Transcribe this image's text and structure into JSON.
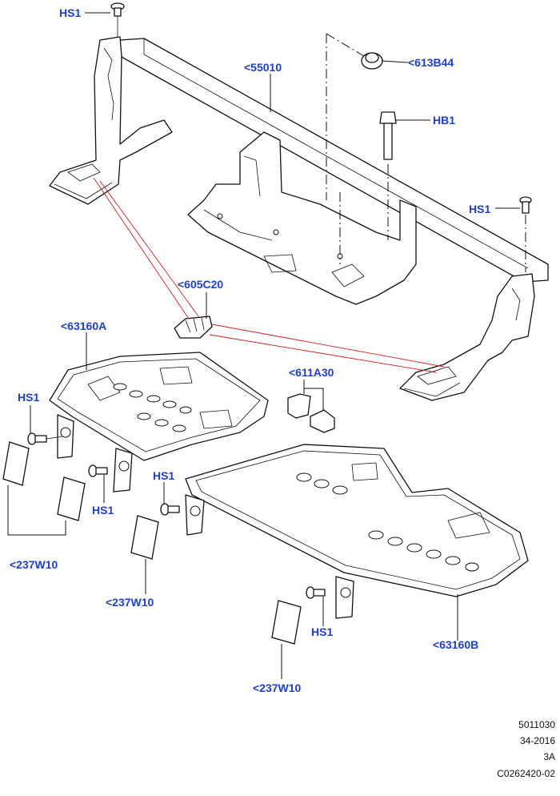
{
  "callouts": {
    "hs1_top": "HS1",
    "c55010": "<55010",
    "c613b44": "<613B44",
    "hb1": "HB1",
    "hs1_right": "HS1",
    "c605c20": "<605C20",
    "c63160a": "<63160A",
    "c611a30": "<611A30",
    "hs1_left": "HS1",
    "hs1_mid_left": "HS1",
    "hs1_mid": "HS1",
    "c237w10_left": "<237W10",
    "c237w10_mid": "<237W10",
    "hs1_bottom": "HS1",
    "c63160b": "<63160B",
    "c237w10_bottom": "<237W10"
  },
  "meta": {
    "line1": "5011030",
    "line2": "34-2016",
    "line3": "3A",
    "line4": "C0262420-02"
  },
  "colors": {
    "callout": "#1d3fd6",
    "line": "#111111",
    "highlight": "#d21f1f"
  }
}
